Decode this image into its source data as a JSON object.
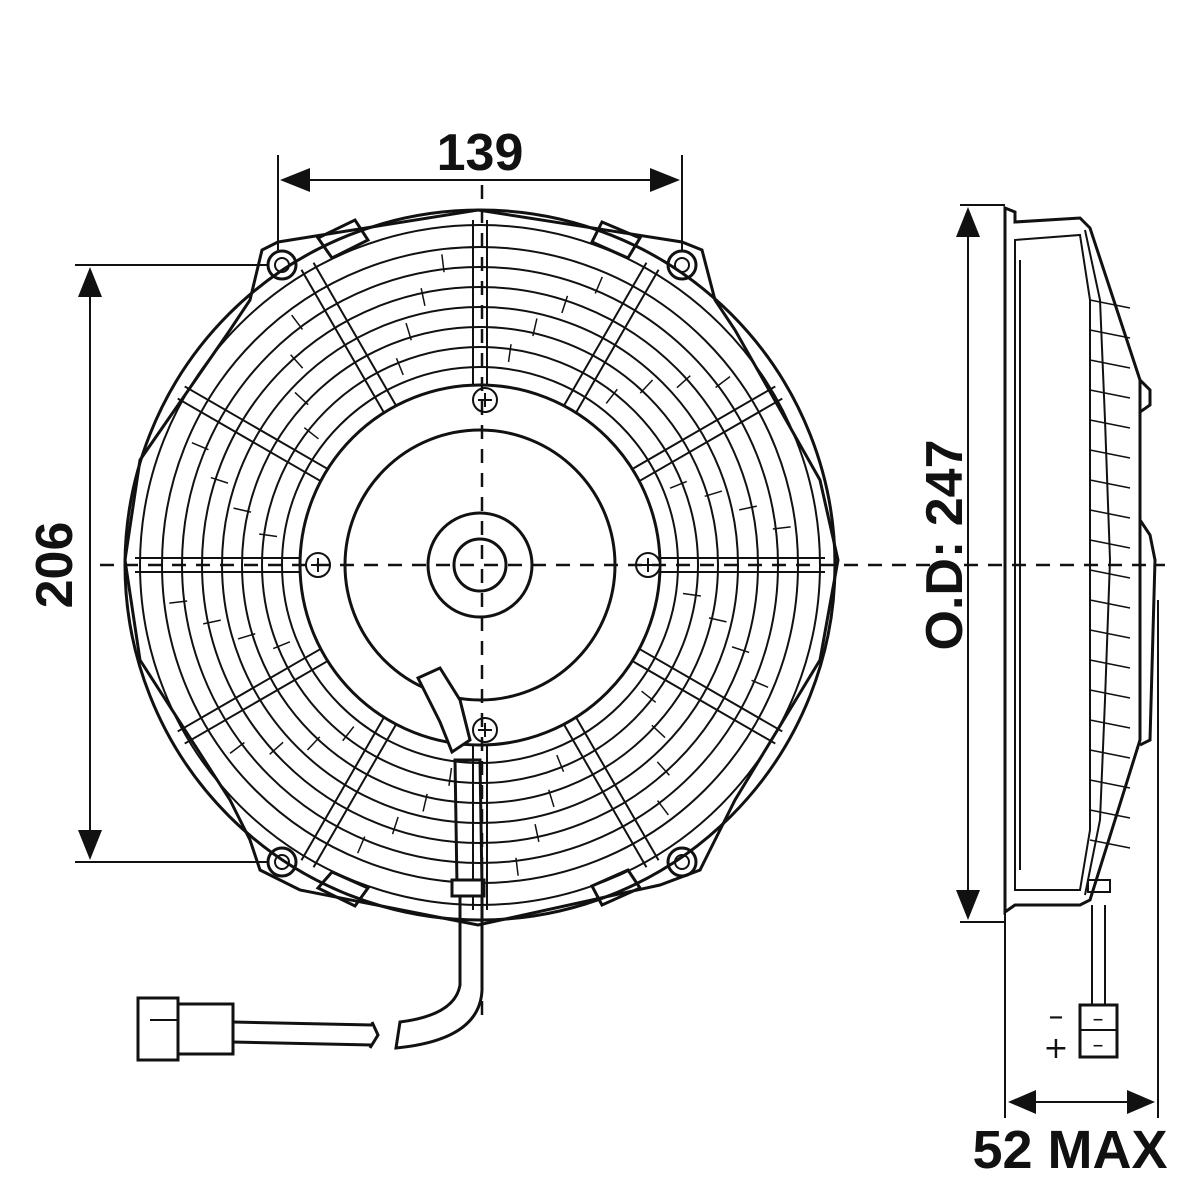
{
  "dimensions": {
    "mount_spacing_h": "139",
    "mount_spacing_v": "206",
    "outer_diameter": "O.D: 247",
    "depth_max": "52 MAX"
  },
  "connector": {
    "minus_symbol": "–",
    "plus_symbol": "+",
    "pin_minus": "–",
    "pin_plus": "–"
  }
}
